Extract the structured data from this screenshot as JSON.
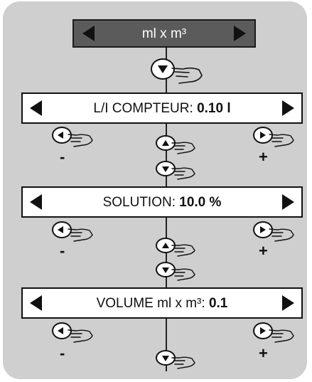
{
  "header": {
    "label": "ml x m³"
  },
  "settings": [
    {
      "label": "L/I COMPTEUR: ",
      "value": "0.10 l"
    },
    {
      "label": "SOLUTION: ",
      "value": "10.0 %"
    },
    {
      "label": "VOLUME ml x m³: ",
      "value": "0.1"
    }
  ],
  "signs": {
    "minus": "-",
    "plus": "+"
  }
}
